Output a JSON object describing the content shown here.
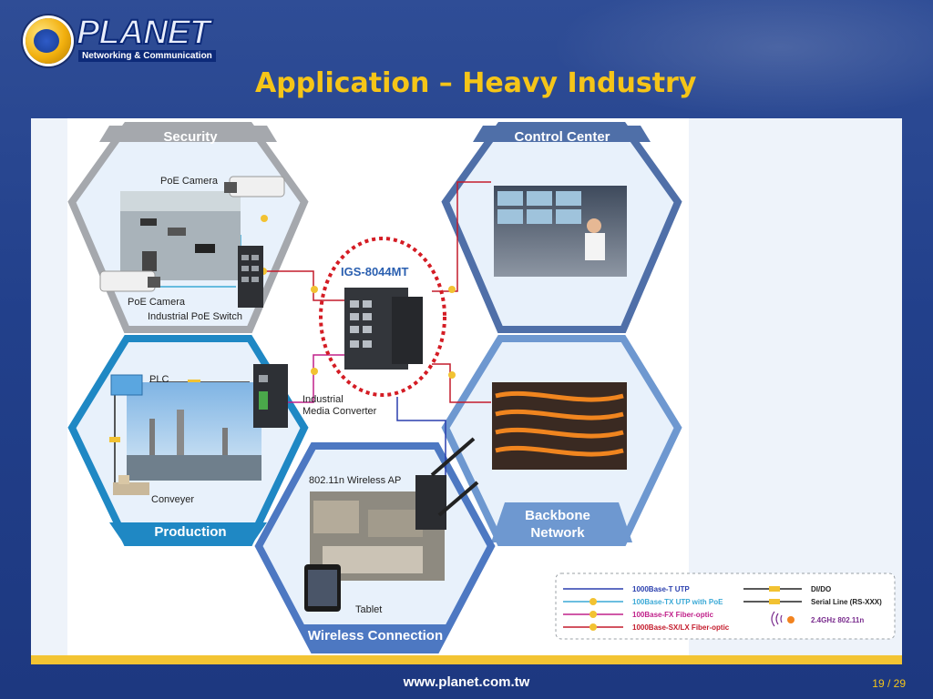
{
  "header": {
    "logo_brand": "PLANET",
    "logo_tagline": "Networking & Communication",
    "title": "Application – Heavy Industry"
  },
  "hexagons": {
    "security": "Security",
    "control_center": "Control Center",
    "production": "Production",
    "backbone_line1": "Backbone",
    "backbone_line2": "Network",
    "wireless": "Wireless Connection"
  },
  "devices": {
    "poe_camera_top": "PoE Camera",
    "poe_camera_bottom": "PoE Camera",
    "industrial_poe_switch": "Industrial PoE Switch",
    "core_switch": "IGS-8044MT",
    "plc": "PLC",
    "media_converter_line1": "Industrial",
    "media_converter_line2": "Media Converter",
    "conveyer": "Conveyer",
    "wireless_ap": "802.11n Wireless AP",
    "tablet": "Tablet"
  },
  "legend": {
    "items": [
      {
        "label": "1000Base-T UTP",
        "color": "#2a3fae"
      },
      {
        "label": "100Base-TX UTP with PoE",
        "color": "#3aa9d6"
      },
      {
        "label": "100Base-FX Fiber-optic",
        "color": "#c0208a"
      },
      {
        "label": "1000Base-SX/LX Fiber-optic",
        "color": "#c41c2c"
      },
      {
        "label": "DI/DO",
        "color": "#222222"
      },
      {
        "label": "Serial Line (RS-XXX)",
        "color": "#222222"
      },
      {
        "label": "2.4GHz 802.11n",
        "color": "#7a2d8e"
      }
    ]
  },
  "footer": {
    "url": "www.planet.com.tw",
    "page": "19 / 29"
  }
}
